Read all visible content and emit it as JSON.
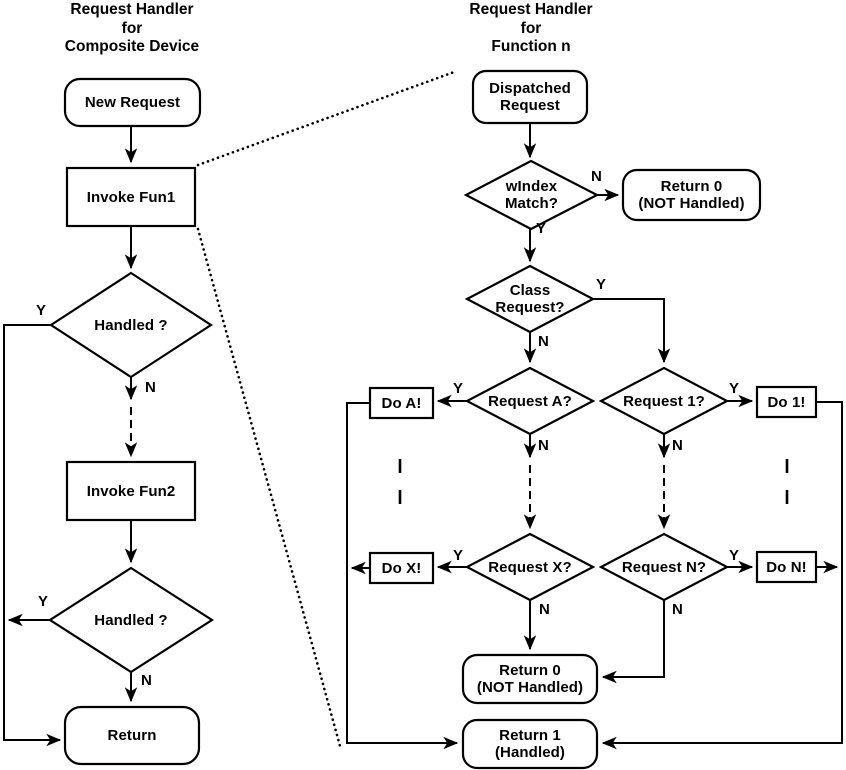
{
  "figure": {
    "background": "#ffffff",
    "stroke_color": "#000000",
    "branch_labels": {
      "yes": "Y",
      "no": "N"
    },
    "left_chart": {
      "title_lines": [
        "Request Handler",
        "for",
        "Composite Device"
      ],
      "nodes": {
        "new_request": "New Request",
        "invoke_fun1": "Invoke Fun1",
        "handled_1": "Handled ?",
        "invoke_fun2": "Invoke Fun2",
        "handled_2": "Handled ?",
        "return": "Return"
      }
    },
    "right_chart": {
      "title_lines": [
        "Request Handler",
        "for",
        "Function n"
      ],
      "nodes": {
        "dispatched_request": [
          "Dispatched",
          "Request"
        ],
        "windex_match": [
          "wIndex",
          "Match?"
        ],
        "return_0_top": [
          "Return 0",
          "(NOT Handled)"
        ],
        "class_request": [
          "Class",
          "Request?"
        ],
        "request_a": "Request A?",
        "request_1": "Request 1?",
        "do_a": "Do A!",
        "do_1": "Do 1!",
        "request_x": "Request X?",
        "request_n": "Request N?",
        "do_x": "Do X!",
        "do_n": "Do N!",
        "return_0_bottom": [
          "Return 0",
          "(NOT Handled)"
        ],
        "return_1": [
          "Return 1",
          "(Handled)"
        ]
      }
    }
  }
}
